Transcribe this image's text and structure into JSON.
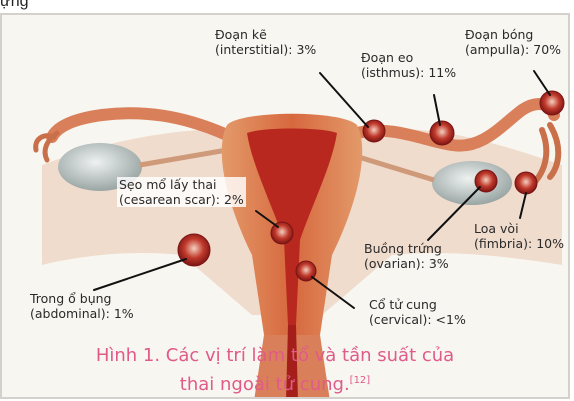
{
  "top_text": "ựng",
  "labels": {
    "interstitial": {
      "line1": "Đoạn kẽ",
      "line2": "(interstitial): 3%"
    },
    "isthmus": {
      "line1": "Đoạn eo",
      "line2": "(isthmus): 11%"
    },
    "ampulla": {
      "line1": "Đoạn bóng",
      "line2": "(ampulla): 70%"
    },
    "cesarean": {
      "line1": "Sẹo mổ lấy thai",
      "line2": "(cesarean scar): 2%"
    },
    "fimbria": {
      "line1": "Loa vòi",
      "line2": "(fimbria): 10%"
    },
    "ovarian": {
      "line1": "Buồng trứng",
      "line2": "(ovarian): 3%"
    },
    "abdominal": {
      "line1": "Trong ổ bụng",
      "line2": "(abdominal): 1%"
    },
    "cervical": {
      "line1": "Cổ tử cung",
      "line2": "(cervical): <1%"
    }
  },
  "caption": {
    "line1": "Hình 1. Các vị trí làm tổ và tần suất của",
    "line2": "thai ngoài tử cung.",
    "ref": "[12]"
  },
  "colors": {
    "uterus_wall": "#e07a4a",
    "uterus_inner": "#c8322a",
    "embryo_sac": "#9a1a1a",
    "ovary": "#cfd8d6",
    "caption": "#e05a8a"
  }
}
